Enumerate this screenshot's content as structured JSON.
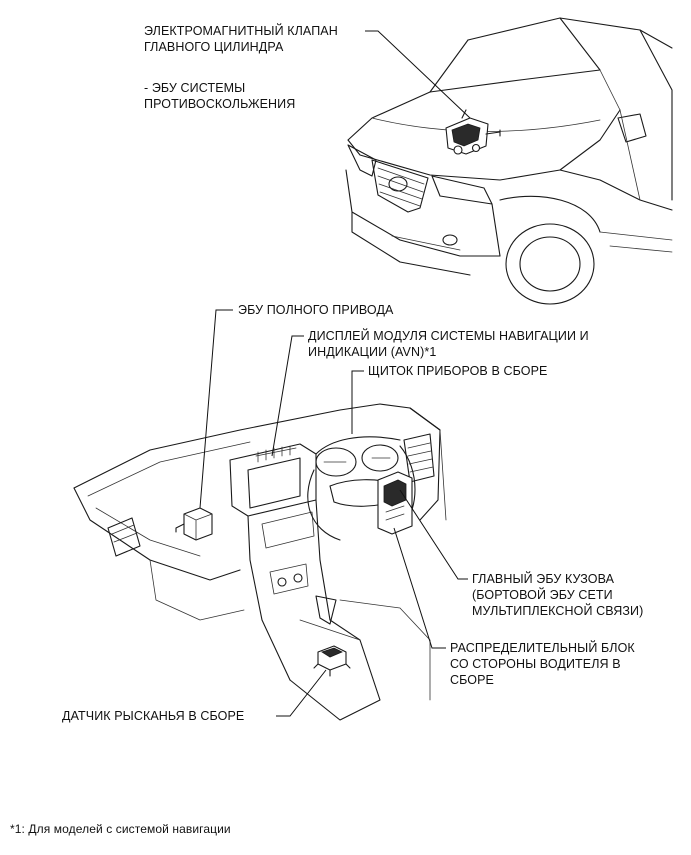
{
  "labels": {
    "master_cylinder_solenoid": [
      "ЭЛЕКТРОМАГНИТНЫЙ КЛАПАН",
      "ГЛАВНОГО ЦИЛИНДРА"
    ],
    "skid_control_ecu": [
      "- ЭБУ СИСТЕМЫ",
      "ПРОТИВОСКОЛЬЖЕНИЯ"
    ],
    "four_wd_ecu": [
      "ЭБУ ПОЛНОГО ПРИВОДА"
    ],
    "navigation_display": [
      "ДИСПЛЕЙ МОДУЛЯ СИСТЕМЫ НАВИГАЦИИ И",
      "ИНДИКАЦИИ (AVN)*1"
    ],
    "combination_meter": [
      "ЩИТОК ПРИБОРОВ В СБОРЕ"
    ],
    "main_body_ecu": [
      "ГЛАВНЫЙ ЭБУ КУЗОВА",
      "(БОРТОВОЙ ЭБУ СЕТИ",
      "МУЛЬТИПЛЕКСНОЙ СВЯЗИ)"
    ],
    "driver_junction_block": [
      "РАСПРЕДЕЛИТЕЛЬНЫЙ БЛОК",
      "СО СТОРОНЫ ВОДИТЕЛЯ В",
      "СБОРЕ"
    ],
    "yaw_rate_sensor": [
      "ДАТЧИК РЫСКАНЬЯ В СБОРЕ"
    ]
  },
  "footnote": "*1: Для моделей с системой навигации"
}
